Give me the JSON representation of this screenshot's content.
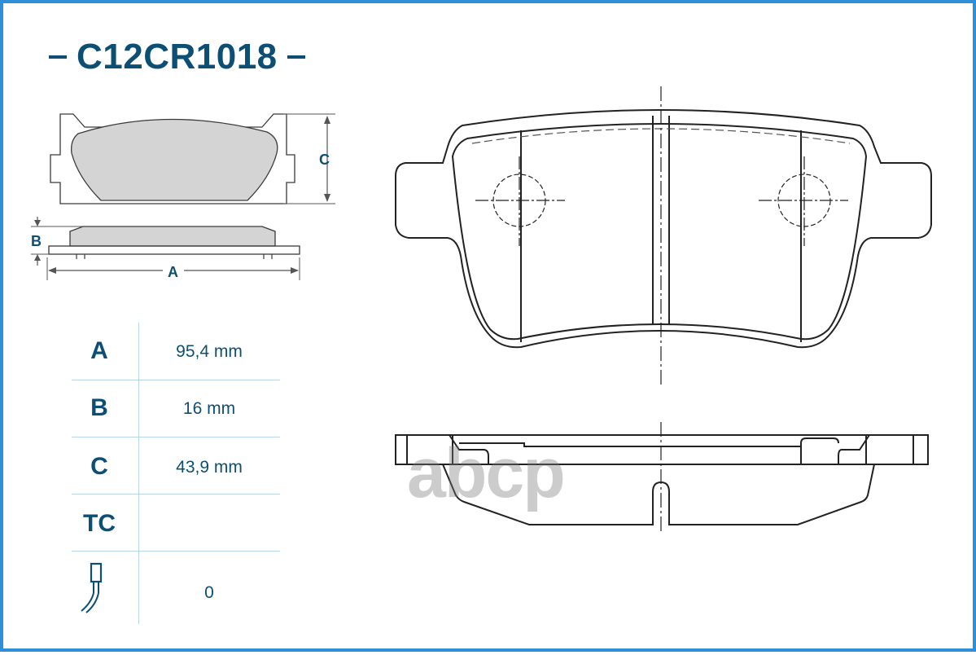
{
  "header": {
    "part_number": "C12CR1018"
  },
  "thumbnail_dims": {
    "a": "A",
    "b": "B",
    "c": "C"
  },
  "specs": [
    {
      "label": "A",
      "value": "95,4 mm"
    },
    {
      "label": "B",
      "value": "16 mm"
    },
    {
      "label": "C",
      "value": "43,9 mm"
    },
    {
      "label": "TC",
      "value": ""
    },
    {
      "label": "",
      "icon": "wear-sensor-icon",
      "value": "0"
    }
  ],
  "watermark": "abcp",
  "colors": {
    "accent": "#0d4f74",
    "frame": "#2d8fd8",
    "pad_fill": "#d4d4d4",
    "divider": "#b8d6ea"
  }
}
